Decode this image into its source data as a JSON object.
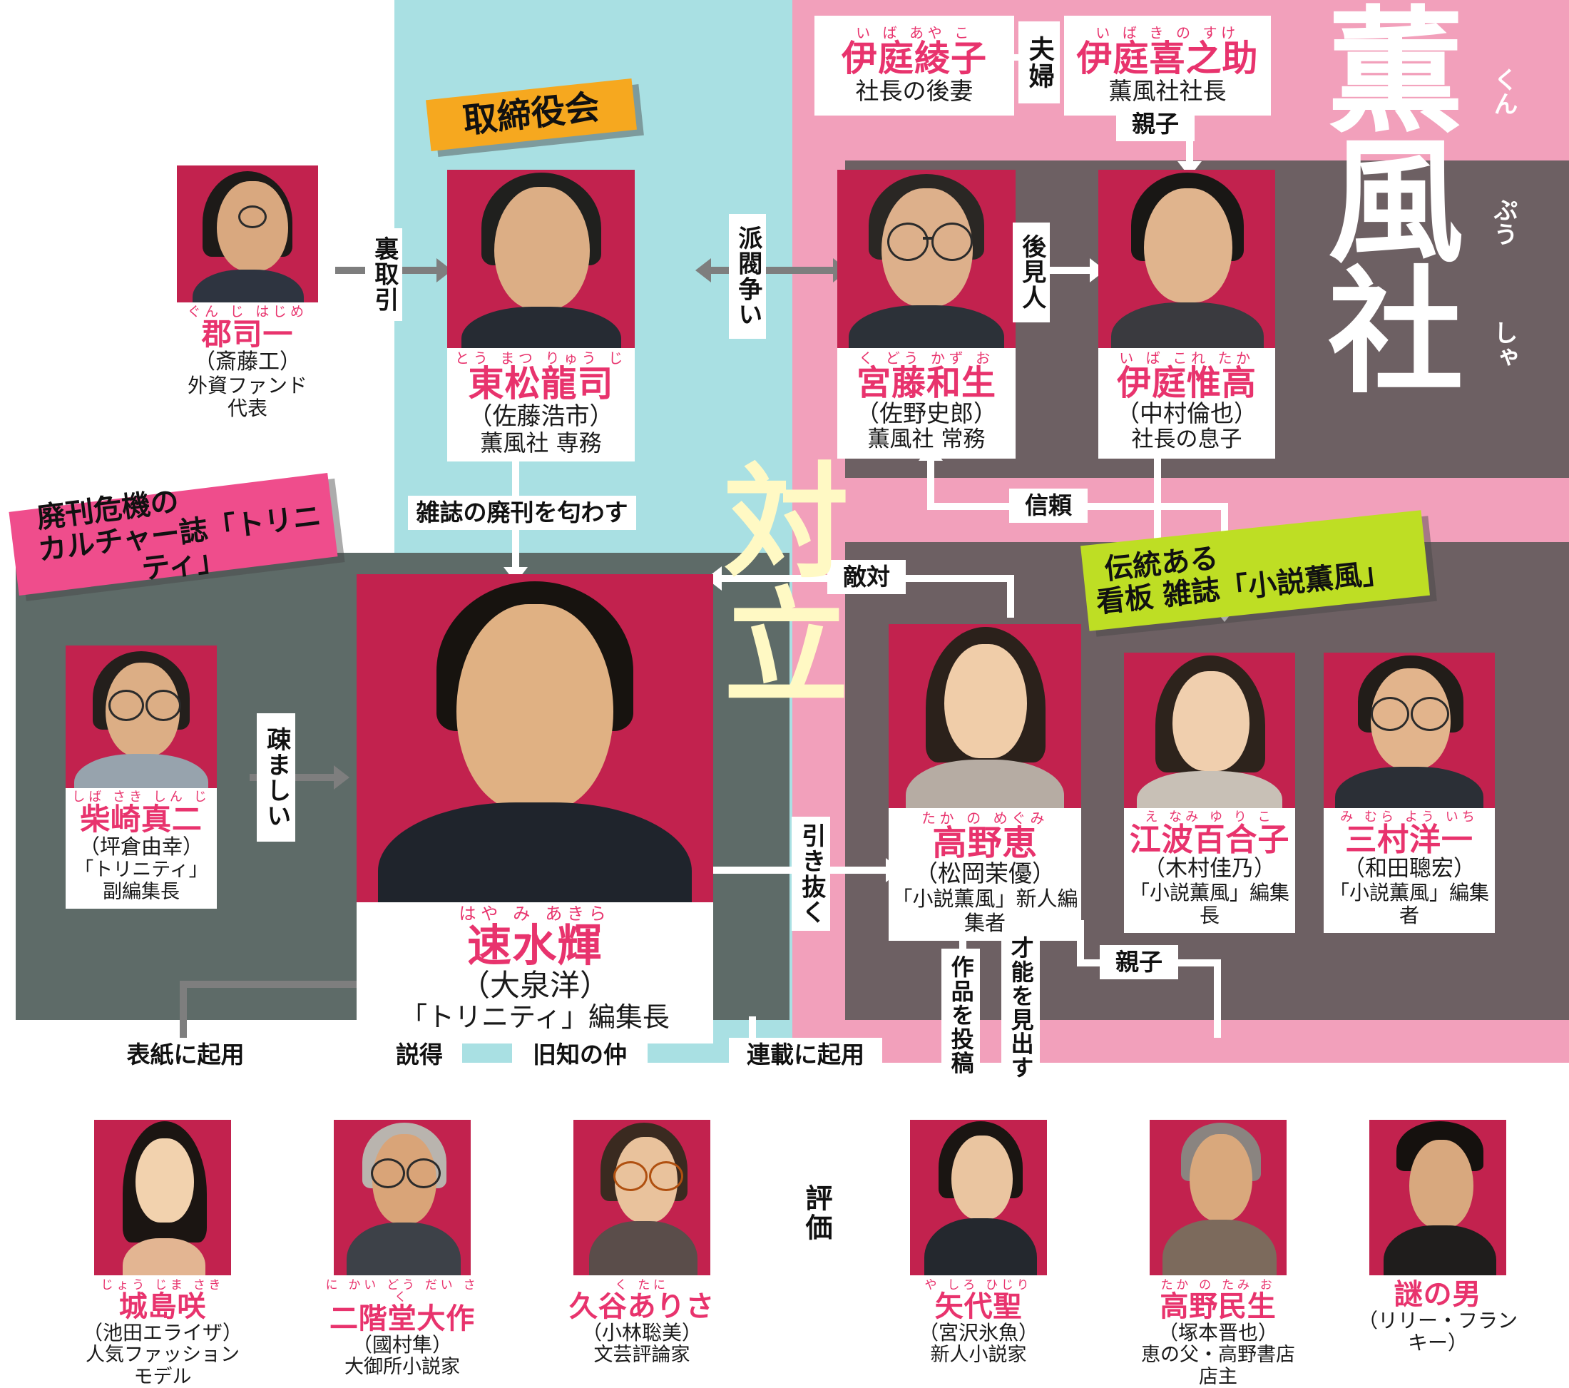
{
  "title": {
    "chars": [
      {
        "ch": "薫",
        "ruby": "くん"
      },
      {
        "ch": "風",
        "ruby": "ぷう"
      },
      {
        "ch": "社",
        "ruby": "しゃ"
      }
    ],
    "full": "薫風社"
  },
  "center_label": "対立",
  "tags": [
    {
      "id": "torishimariyakukai",
      "text": "取締役会",
      "color": "#f6a81f"
    },
    {
      "id": "trinity",
      "line1": "廃刊危機の",
      "line2": "カルチャー誌「トリニティ」",
      "color": "#ef4d8c"
    },
    {
      "id": "shousetsu-kunpu",
      "line1": "伝統ある",
      "line2": "看板 雑誌「小説薫風」",
      "color": "#bede24"
    }
  ],
  "characters": [
    {
      "id": "gunji",
      "ruby": "ぐん じ はじめ",
      "name": "郡司一",
      "actor": "（斎藤工）",
      "role": "外資ファンド代表"
    },
    {
      "id": "toumatsu",
      "ruby": "とう まつ りゅう じ",
      "name": "東松龍司",
      "actor": "（佐藤浩市）",
      "role": "薫風社 専務"
    },
    {
      "id": "ayako",
      "ruby": "い ば あや こ",
      "name": "伊庭綾子",
      "actor": "",
      "role": "社長の後妻"
    },
    {
      "id": "kinosuke",
      "ruby": "い ば き の すけ",
      "name": "伊庭喜之助",
      "actor": "",
      "role": "薫風社社長"
    },
    {
      "id": "kudo",
      "ruby": "く どう かず お",
      "name": "宮藤和生",
      "actor": "（佐野史郎）",
      "role": "薫風社 常務"
    },
    {
      "id": "koretaka",
      "ruby": "い ば これ たか",
      "name": "伊庭惟高",
      "actor": "（中村倫也）",
      "role": "社長の息子"
    },
    {
      "id": "shibasaki",
      "ruby": "しば さき しん じ",
      "name": "柴崎真二",
      "actor": "（坪倉由幸）",
      "role": "「トリニティ」副編集長"
    },
    {
      "id": "hayami",
      "ruby": "はや み あきら",
      "name": "速水輝",
      "actor": "（大泉洋）",
      "role": "「トリニティ」編集長"
    },
    {
      "id": "takano-megumi",
      "ruby": "たか の めぐみ",
      "name": "高野恵",
      "actor": "（松岡茉優）",
      "role": "「小説薫風」新人編集者"
    },
    {
      "id": "enami",
      "ruby": "え なみ ゆ り こ",
      "name": "江波百合子",
      "actor": "（木村佳乃）",
      "role": "「小説薫風」編集長"
    },
    {
      "id": "mimura",
      "ruby": "み むら よう いち",
      "name": "三村洋一",
      "actor": "（和田聰宏）",
      "role": "「小説薫風」編集者"
    }
  ],
  "bottom_characters": [
    {
      "id": "joujima",
      "ruby": "じょう じま さき",
      "name": "城島咲",
      "actor": "（池田エライザ）",
      "role": "人気ファッションモデル"
    },
    {
      "id": "nikaidou",
      "ruby": "に かい どう だい さく",
      "name": "二階堂大作",
      "actor": "（國村隼）",
      "role": "大御所小説家"
    },
    {
      "id": "kutani",
      "ruby": "く たに",
      "name": "久谷ありさ",
      "actor": "（小林聡美）",
      "role": "文芸評論家"
    },
    {
      "id": "yashiro",
      "ruby": "や しろ ひじり",
      "name": "矢代聖",
      "actor": "（宮沢氷魚）",
      "role": "新人小説家"
    },
    {
      "id": "takano-tamio",
      "ruby": "たか の たみ お",
      "name": "高野民生",
      "actor": "（塚本晋也）",
      "role": "恵の父・高野書店店主"
    },
    {
      "id": "nazo",
      "ruby": "",
      "name": "謎の男",
      "actor": "（リリー・フランキー）",
      "role": ""
    }
  ],
  "bottom_label": "評価",
  "relations": [
    {
      "id": "ura-torihiki",
      "text": "裏取引",
      "orientation": "vertical"
    },
    {
      "id": "habatsu-arasoi",
      "text": "派閥争い",
      "orientation": "vertical"
    },
    {
      "id": "fuufu",
      "text": "夫婦",
      "orientation": "vertical"
    },
    {
      "id": "oyako-top",
      "text": "親子",
      "orientation": "horizontal"
    },
    {
      "id": "koukennin",
      "text": "後見人",
      "orientation": "vertical"
    },
    {
      "id": "haikan",
      "text": "雑誌の廃刊を匂わす",
      "orientation": "horizontal"
    },
    {
      "id": "tekitai",
      "text": "敵対",
      "orientation": "horizontal"
    },
    {
      "id": "shinrai",
      "text": "信頼",
      "orientation": "horizontal"
    },
    {
      "id": "utomashii",
      "text": "疎ましい",
      "orientation": "vertical"
    },
    {
      "id": "hikinuku",
      "text": "引き抜く",
      "orientation": "vertical"
    },
    {
      "id": "hyoushi",
      "text": "表紙に起用",
      "orientation": "horizontal"
    },
    {
      "id": "settoku",
      "text": "説得",
      "orientation": "horizontal"
    },
    {
      "id": "kyuchi",
      "text": "旧知の仲",
      "orientation": "horizontal"
    },
    {
      "id": "rensai",
      "text": "連載に起用",
      "orientation": "horizontal"
    },
    {
      "id": "sakuhin",
      "text": "作品を投稿",
      "orientation": "vertical"
    },
    {
      "id": "sainou",
      "text": "才能を見出す",
      "orientation": "vertical"
    },
    {
      "id": "oyako-bottom",
      "text": "親子",
      "orientation": "horizontal"
    }
  ],
  "colors": {
    "cyan": "#a9e0e3",
    "pink": "#f2a0bb",
    "grey": "#6d6063",
    "grey_green": "#5e6b68",
    "name_pink": "#e8336d",
    "photo_bg": "#c2224e"
  }
}
